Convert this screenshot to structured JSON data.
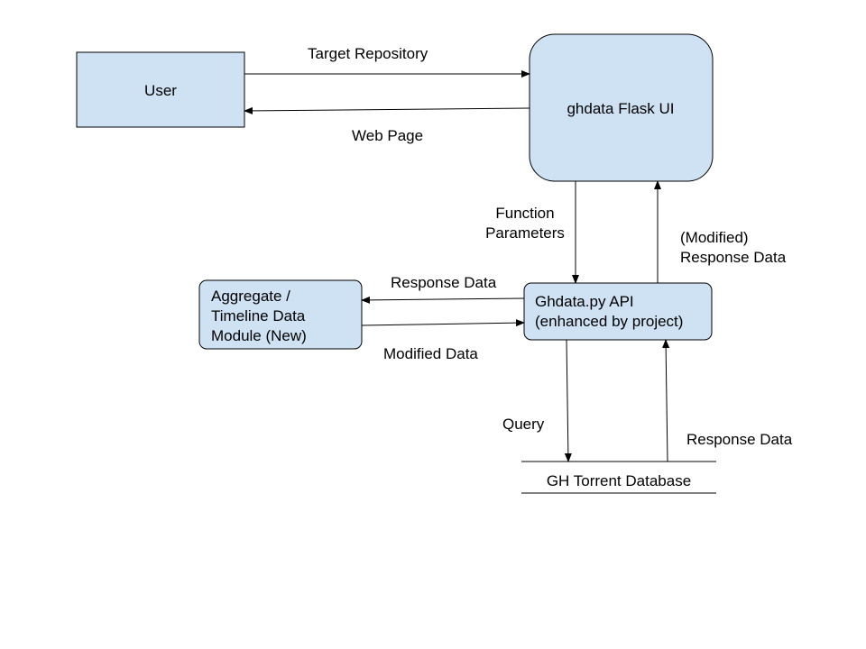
{
  "colors": {
    "node_fill": "#cfe2f3",
    "stroke": "#000000",
    "line": "#000000"
  },
  "nodes": {
    "user": {
      "label": "User"
    },
    "flask_ui": {
      "label": "ghdata Flask UI"
    },
    "api": {
      "lines": [
        "Ghdata.py API",
        "(enhanced by project)"
      ]
    },
    "aggregate": {
      "lines": [
        "Aggregate /",
        "Timeline Data",
        "Module (New)"
      ]
    },
    "database": {
      "label": "GH Torrent Database"
    }
  },
  "edges": {
    "target_repository": {
      "label": "Target Repository"
    },
    "web_page": {
      "label": "Web Page"
    },
    "function_parameters": {
      "lines": [
        "Function",
        "Parameters"
      ]
    },
    "modified_response_data": {
      "lines": [
        "(Modified)",
        "Response Data"
      ]
    },
    "response_data_to_aggregate": {
      "label": "Response Data"
    },
    "modified_data": {
      "label": "Modified Data"
    },
    "query": {
      "label": "Query"
    },
    "response_data_from_db": {
      "label": "Response Data"
    }
  }
}
